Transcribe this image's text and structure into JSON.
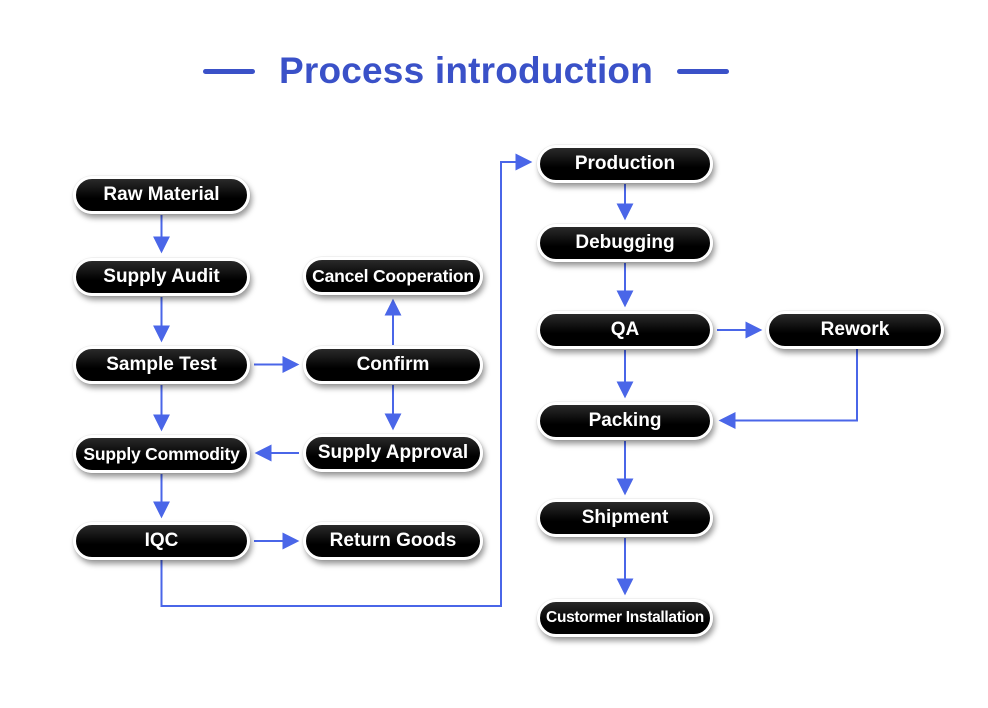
{
  "title": {
    "text": "Process introduction"
  },
  "colors": {
    "title_blue": "#3a51c8",
    "arrow_blue": "#4a66e8",
    "node_bg": "#0b0b0b",
    "node_text": "#ffffff",
    "background": "#ffffff"
  },
  "nodes": {
    "raw_material": {
      "label": "Raw Material"
    },
    "supply_audit": {
      "label": "Supply Audit"
    },
    "sample_test": {
      "label": "Sample Test"
    },
    "supply_commodity": {
      "label": "Supply Commodity"
    },
    "iqc": {
      "label": "IQC"
    },
    "cancel_cooperation": {
      "label": "Cancel Cooperation"
    },
    "confirm": {
      "label": "Confirm"
    },
    "supply_approval": {
      "label": "Supply Approval"
    },
    "return_goods": {
      "label": "Return Goods"
    },
    "production": {
      "label": "Production"
    },
    "debugging": {
      "label": "Debugging"
    },
    "qa": {
      "label": "QA"
    },
    "packing": {
      "label": "Packing"
    },
    "shipment": {
      "label": "Shipment"
    },
    "custormer_installation": {
      "label": "Custormer Installation"
    },
    "rework": {
      "label": "Rework"
    }
  },
  "edges": [
    {
      "from": "Raw Material",
      "to": "Supply Audit"
    },
    {
      "from": "Supply Audit",
      "to": "Sample Test"
    },
    {
      "from": "Sample Test",
      "to": "Supply Commodity"
    },
    {
      "from": "Supply Commodity",
      "to": "IQC"
    },
    {
      "from": "Sample Test",
      "to": "Confirm"
    },
    {
      "from": "Confirm",
      "to": "Cancel Cooperation"
    },
    {
      "from": "Confirm",
      "to": "Supply Approval"
    },
    {
      "from": "Supply Approval",
      "to": "Supply Commodity"
    },
    {
      "from": "IQC",
      "to": "Return Goods"
    },
    {
      "from": "IQC",
      "to": "Production"
    },
    {
      "from": "Production",
      "to": "Debugging"
    },
    {
      "from": "Debugging",
      "to": "QA"
    },
    {
      "from": "QA",
      "to": "Rework"
    },
    {
      "from": "QA",
      "to": "Packing"
    },
    {
      "from": "Rework",
      "to": "Packing"
    },
    {
      "from": "Packing",
      "to": "Shipment"
    },
    {
      "from": "Shipment",
      "to": "Custormer Installation"
    }
  ]
}
